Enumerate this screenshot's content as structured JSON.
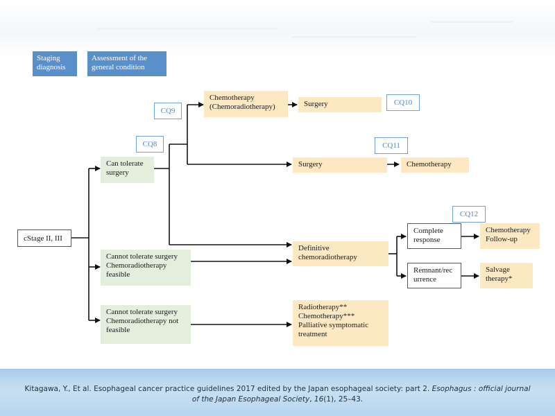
{
  "header_tabs": {
    "staging": "Staging\ndiagnosis",
    "assessment": "Assessment of the\ngeneral condition"
  },
  "nodes": {
    "cstage": "cStage II, III",
    "can_tolerate": "Can tolerate\nsurgery",
    "cannot_chemo_feasible": "Cannot tolerate surgery\nChemoradiotherapy\nfeasible",
    "cannot_chemo_not_feasible": "Cannot tolerate surgery\nChemoradiotherapy not\nfeasible",
    "chemotherapy_chemoradio": "Chemotherapy\n(Chemoradiotherapy)",
    "surgery_top": "Surgery",
    "surgery_mid": "Surgery",
    "chemotherapy_mid": "Chemotherapy",
    "definitive": "Definitive\nchemoradiotherapy",
    "complete_response": "Complete\nresponse",
    "remnant": "Remnant/rec\nurrence",
    "chemo_followup": "Chemotherapy\nFollow-up",
    "salvage": "Salvage\ntherapy*",
    "radiotherapy_list": "Radiotherapy**\nChemotherapy***\nPalliative symptomatic\ntreatment"
  },
  "cq_labels": {
    "cq8": "CQ8",
    "cq9": "CQ9",
    "cq10": "CQ10",
    "cq11": "CQ11",
    "cq12": "CQ12"
  },
  "colors": {
    "header_tab": "#5b8fc9",
    "green_node": "#e3eedc",
    "peach_node": "#fde8c4",
    "cq_border": "#6fa0d6",
    "footer_bg": "#b7d5ee"
  },
  "footer": {
    "citation_prefix": "Kitagawa, Y., Et al. Esophageal cancer practice guidelines 2017 edited by the Japan esophageal society: part 2. ",
    "journal": "Esophagus : official journal of the Japan Esophageal Society",
    "sep1": ", ",
    "volume": "16",
    "issue_pages": "(1), 25–43."
  }
}
